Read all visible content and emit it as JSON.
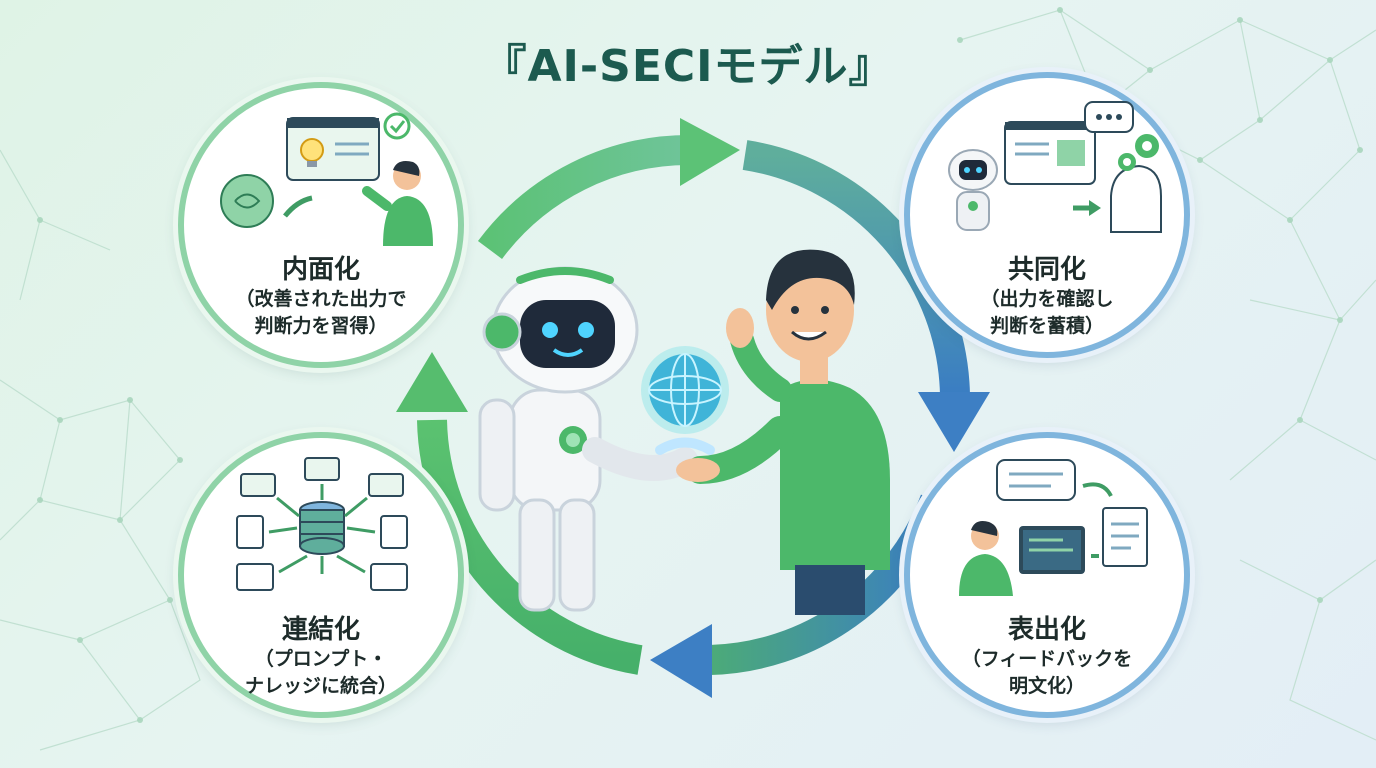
{
  "title": "『AI-SECIモデル』",
  "stages": {
    "internalization": {
      "name": "内面化",
      "line1": "（改善された出力で",
      "line2": "判断力を習得）"
    },
    "socialization": {
      "name": "共同化",
      "line1": "（出力を確認し",
      "line2": "判断を蓄積）"
    },
    "externalization": {
      "name": "表出化",
      "line1": "（フィードバックを",
      "line2": "明文化）"
    },
    "combination": {
      "name": "連結化",
      "line1": "（プロンプト・",
      "line2": "ナレッジに統合）"
    }
  },
  "colors": {
    "green": "#4cb86a",
    "blue": "#3d7fc4",
    "title": "#1c5a4f"
  },
  "icons": {
    "internalization": [
      "brain-icon",
      "lightbulb-icon",
      "screen-icon",
      "check-icon",
      "person-icon"
    ],
    "socialization": [
      "robot-icon",
      "chat-bubble-icon",
      "screen-icon",
      "head-gears-icon"
    ],
    "externalization": [
      "person-laptop-icon",
      "chat-bubble-icon",
      "document-icon"
    ],
    "combination": [
      "database-icon",
      "folder-icon",
      "document-icon",
      "code-icon"
    ]
  }
}
